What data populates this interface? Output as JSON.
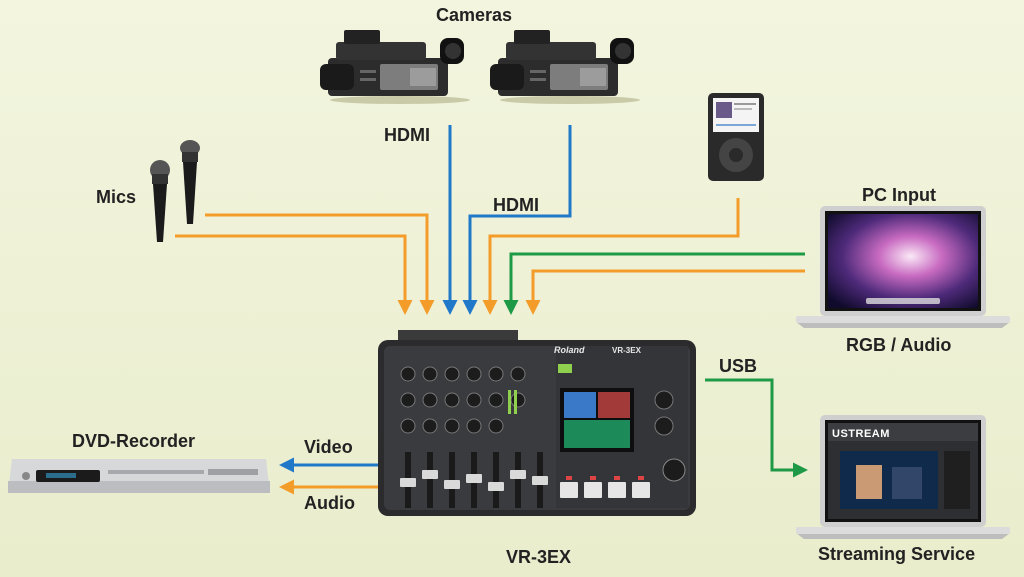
{
  "labels": {
    "cameras": "Cameras",
    "hdmi_1": "HDMI",
    "hdmi_2": "HDMI",
    "mics": "Mics",
    "pc_input": "PC Input",
    "rgb_audio": "RGB / Audio",
    "usb": "USB",
    "dvd_recorder": "DVD-Recorder",
    "video": "Video",
    "audio": "Audio",
    "mixer": "VR-3EX",
    "streaming": "Streaming Service"
  },
  "mixer_face": {
    "brand": "Roland",
    "model": "VR-3EX"
  },
  "screen_texts": {
    "ustream": "USTREAM"
  },
  "colors": {
    "audio": "#f39c2a",
    "hdmi": "#1f78c8",
    "usb": "#1e9a47",
    "background": "#eef1d6"
  },
  "icons": [
    "camera-icon",
    "microphone-icon",
    "ipod-icon",
    "laptop-icon",
    "dvd-recorder-icon",
    "mixer-icon"
  ]
}
